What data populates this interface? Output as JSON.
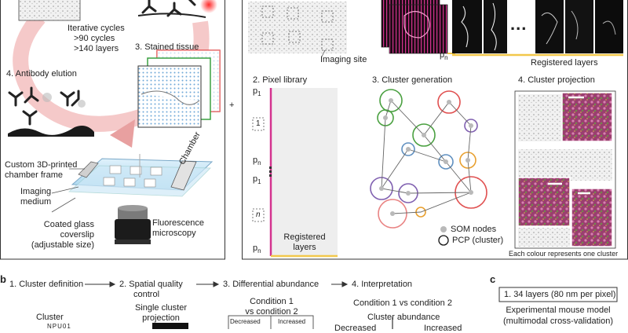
{
  "left_panel": {
    "cycles_line1": "Iterative cycles",
    "cycles_line2": ">90 cycles",
    "cycles_line3": ">140 layers",
    "stained_tissue": "3.  Stained tissue",
    "antibody_elution": "4.  Antibody elution",
    "chamber_frame_line1": "Custom 3D-printed",
    "chamber_frame_line2": "chamber frame",
    "imaging_medium_line1": "Imaging",
    "imaging_medium_line2": "medium",
    "chamber": "Chamber",
    "coverslip_line1": "Coated glass",
    "coverslip_line2": "coverslip",
    "coverslip_line3": "(adjustable size)",
    "fluorescence_line1": "Fluorescence",
    "fluorescence_line2": "microscopy"
  },
  "plus_sign": "+",
  "right_panel": {
    "imaging_site": "Imaging site",
    "pn_top": "p",
    "pn_top_sub": "n",
    "ellipsis": "...",
    "registered_layers_top": "Registered layers",
    "pixel_library_title": "2.  Pixel library",
    "p1_a": "p",
    "p1_a_sub": "1",
    "box_1": "1",
    "pn_a": "p",
    "pn_a_sub": "n",
    "p1_b": "p",
    "p1_b_sub": "1",
    "box_n": "n",
    "pn_b": "p",
    "pn_b_sub": "n",
    "registered_layers_bottom_line1": "Registered",
    "registered_layers_bottom_line2": "layers",
    "cluster_generation_title": "3.  Cluster generation",
    "som_nodes": "SOM nodes",
    "pcp_cluster": "PCP (cluster)",
    "cluster_projection_title": "4.  Cluster projection",
    "colour_caption": "Each colour represents one cluster"
  },
  "section_b": {
    "label": "b",
    "step1": "1.  Cluster definition",
    "step2_line1": "2.  Spatial quality",
    "step2_line2": "control",
    "step3": "3.  Differential abundance",
    "step4": "4.  Interpretation",
    "cluster_word": "Cluster",
    "single_cluster_line1": "Single cluster",
    "single_cluster_line2": "projection",
    "condition_line1": "Condition 1",
    "condition_line2": "vs condition 2",
    "decreased": "Decreased",
    "increased": "Increased",
    "cond_vs": "Condition 1 vs condition 2",
    "cluster_abundance": "Cluster abundance",
    "decreased_arrow": "Decreased",
    "increased_arrow": "Increased",
    "partial_label": "NPU01"
  },
  "section_c": {
    "label": "c",
    "box_text": "1.  34 layers (80 nm per pixel)",
    "line1": "Experimental mouse model",
    "line2": "(multimodal cross-validation)"
  },
  "colors": {
    "magenta": "#d4338f",
    "yellow": "#f2c84b",
    "pink_arrow": "#f0b0b0",
    "pcp_red": "#e05050",
    "pcp_green": "#4aa040",
    "pcp_purple": "#8060b0",
    "pcp_orange": "#e8a030",
    "pcp_blue": "#6090c0"
  }
}
